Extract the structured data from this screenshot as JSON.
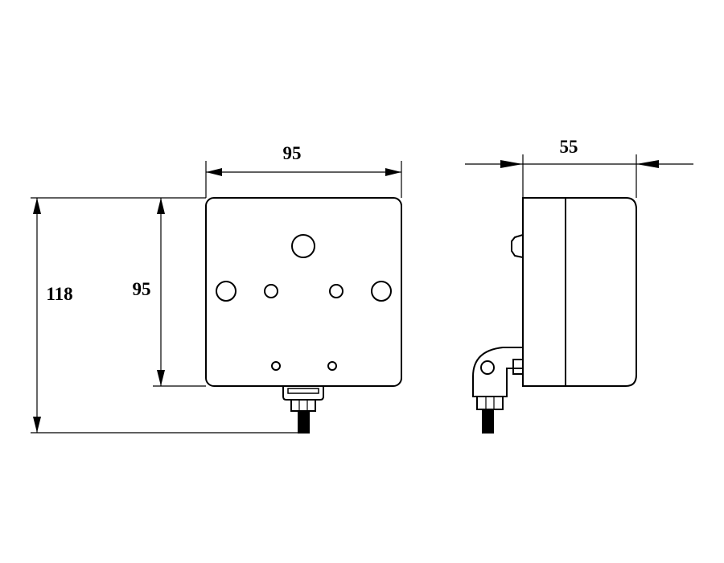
{
  "dimensions": {
    "front_width": "95",
    "front_height": "95",
    "overall_height": "118",
    "side_depth": "55"
  },
  "colors": {
    "line": "#000000",
    "background": "#ffffff"
  }
}
